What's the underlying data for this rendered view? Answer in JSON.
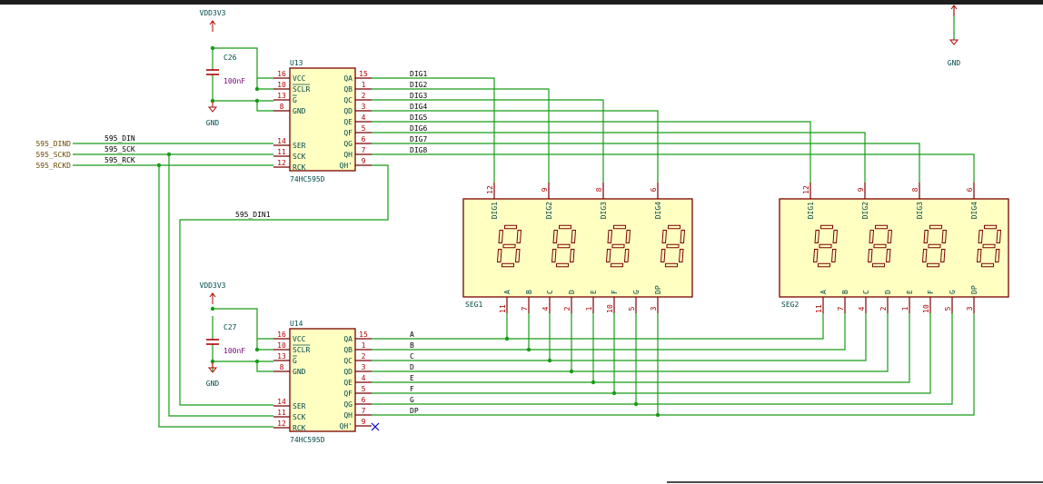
{
  "power": {
    "vdd": "VDD3V3",
    "gnd": "GND"
  },
  "caps": [
    {
      "ref": "C26",
      "value": "100nF"
    },
    {
      "ref": "C27",
      "value": "100nF"
    }
  ],
  "ics": [
    {
      "ref": "U13",
      "value": "74HC595D"
    },
    {
      "ref": "U14",
      "value": "74HC595D"
    }
  ],
  "ic_pins": {
    "left": [
      {
        "num": "16",
        "name": "VCC"
      },
      {
        "num": "10",
        "name": "SCLR"
      },
      {
        "num": "13",
        "name": "G"
      },
      {
        "num": "8",
        "name": "GND"
      },
      {
        "num": "14",
        "name": "SER"
      },
      {
        "num": "11",
        "name": "SCK"
      },
      {
        "num": "12",
        "name": "RCK"
      }
    ],
    "right": [
      {
        "num": "15",
        "name": "QA"
      },
      {
        "num": "1",
        "name": "QB"
      },
      {
        "num": "2",
        "name": "QC"
      },
      {
        "num": "3",
        "name": "QD"
      },
      {
        "num": "4",
        "name": "QE"
      },
      {
        "num": "5",
        "name": "QF"
      },
      {
        "num": "6",
        "name": "QG"
      },
      {
        "num": "7",
        "name": "QH"
      },
      {
        "num": "9",
        "name": "QH'"
      }
    ]
  },
  "global_labels": [
    "595_DIND",
    "595_SCKD",
    "595_RCKD"
  ],
  "nets": {
    "din": "595_DIN",
    "sck": "595_SCK",
    "rck": "595_RCK",
    "din1": "595_DIN1",
    "digits": [
      "DIG1",
      "DIG2",
      "DIG3",
      "DIG4",
      "DIG5",
      "DIG6",
      "DIG7",
      "DIG8"
    ],
    "segments": [
      "A",
      "B",
      "C",
      "D",
      "E",
      "F",
      "G",
      "DP"
    ]
  },
  "displays": [
    {
      "ref": "SEG1"
    },
    {
      "ref": "SEG2"
    }
  ],
  "display_pins": {
    "top": [
      {
        "num": "12",
        "name": "DIG1"
      },
      {
        "num": "9",
        "name": "DIG2"
      },
      {
        "num": "8",
        "name": "DIG3"
      },
      {
        "num": "6",
        "name": "DIG4"
      }
    ],
    "bottom": [
      {
        "num": "11",
        "name": "A"
      },
      {
        "num": "7",
        "name": "B"
      },
      {
        "num": "4",
        "name": "C"
      },
      {
        "num": "2",
        "name": "D"
      },
      {
        "num": "1",
        "name": "E"
      },
      {
        "num": "10",
        "name": "F"
      },
      {
        "num": "5",
        "name": "G"
      },
      {
        "num": "3",
        "name": "DP"
      }
    ]
  }
}
